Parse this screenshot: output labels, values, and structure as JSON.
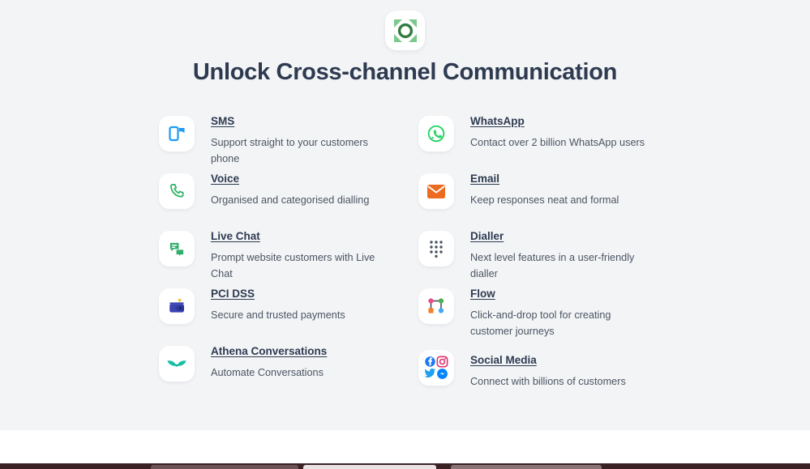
{
  "header": {
    "logo_icon": "cross-channel-logo-icon",
    "title": "Unlock Cross-channel Communication"
  },
  "colors": {
    "page_background": "#f3f4f6",
    "title_text": "#2d3a50",
    "body_text": "#4b5563",
    "tile_background": "#ffffff",
    "logo_green": "#2e9e4f",
    "sms_blue": "#1d9bf0",
    "voice_green": "#34b56a",
    "livechat_green": "#2fae6d",
    "pci_indigo": "#3b43b5",
    "pci_coin": "#f7c948",
    "athena_teal": "#16bfa6",
    "whatsapp_green": "#25d366",
    "email_orange": "#ec6b21",
    "dialler_slate": "#4b5563",
    "flow_pink": "#ea4c89",
    "flow_green": "#4caf50",
    "flow_orange": "#f5802b",
    "flow_blue": "#3fa9f5",
    "facebook_blue": "#1877f2",
    "instagram_pink": "#e1306c",
    "twitter_blue": "#1da1f2",
    "messenger_blue": "#0084ff"
  },
  "left_column": [
    {
      "icon": "sms-icon",
      "title": "SMS",
      "description": "Support straight to your customers phone"
    },
    {
      "icon": "voice-phone-icon",
      "title": "Voice",
      "description": "Organised and categorised dialling"
    },
    {
      "icon": "live-chat-icon",
      "title": "Live Chat",
      "description": "Prompt website customers with Live Chat"
    },
    {
      "icon": "wallet-icon",
      "title": "PCI DSS",
      "description": "Secure and trusted payments"
    },
    {
      "icon": "athena-wings-icon",
      "title": "Athena Conversations",
      "description": "Automate Conversations"
    }
  ],
  "right_column": [
    {
      "icon": "whatsapp-icon",
      "title": "WhatsApp",
      "description": "Contact over 2 billion WhatsApp users"
    },
    {
      "icon": "envelope-icon",
      "title": "Email",
      "description": "Keep responses neat and formal"
    },
    {
      "icon": "dialpad-icon",
      "title": "Dialler",
      "description": "Next level features in a user-friendly dialler"
    },
    {
      "icon": "flow-nodes-icon",
      "title": "Flow",
      "description": "Click-and-drop tool for creating customer journeys"
    },
    {
      "icon": "social-media-icons",
      "title": "Social Media",
      "description": "Connect with billions of customers"
    }
  ]
}
